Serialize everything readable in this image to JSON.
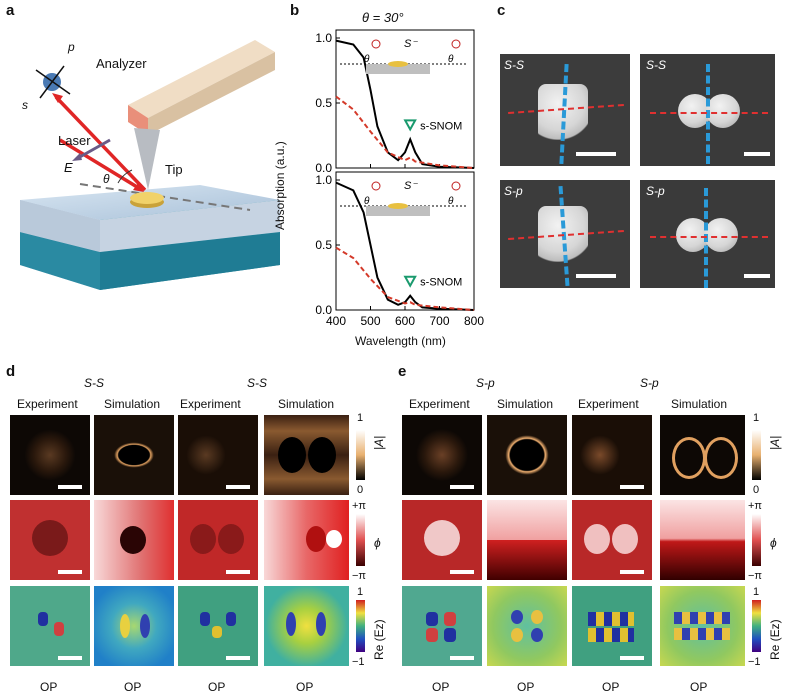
{
  "panels": {
    "a": "a",
    "b": "b",
    "c": "c",
    "d": "d",
    "e": "e"
  },
  "panel_a": {
    "analyzer": "Analyzer",
    "laser": "Laser",
    "tip": "Tip",
    "p": "p",
    "s": "s",
    "E": "E",
    "theta": "θ"
  },
  "panel_b": {
    "title": "θ = 30°",
    "ylabel": "Absorption (a.u.)",
    "xlabel": "Wavelength (nm)",
    "xticks": [
      "400",
      "500",
      "600",
      "700",
      "800"
    ],
    "yticks_top": [
      "1.0",
      "0.5",
      "0.0"
    ],
    "yticks_bottom": [
      "1.0",
      "0.5",
      "0.0"
    ],
    "legend": "s-SNOM",
    "inset_label": "S⁻",
    "theta": "θ"
  },
  "panel_c": {
    "labels": [
      "S-S",
      "S-S",
      "S-p",
      "S-p"
    ]
  },
  "panel_d": {
    "group_labels": [
      "S-S",
      "S-S"
    ],
    "col_labels": [
      "Experiment",
      "Simulation",
      "Experiment",
      "Simulation"
    ],
    "op_labels": [
      "OP",
      "OP",
      "OP",
      "OP"
    ],
    "cbar_top": {
      "max": "1",
      "min": "0",
      "label": "|A|"
    },
    "cbar_mid": {
      "max": "+π",
      "min": "−π",
      "label": "ϕ"
    },
    "cbar_bot": {
      "max": "1",
      "min": "−1",
      "label": "Re (Ez)"
    }
  },
  "panel_e": {
    "group_labels": [
      "S-p",
      "S-p"
    ],
    "col_labels": [
      "Experiment",
      "Simulation",
      "Experiment",
      "Simulation"
    ],
    "op_labels": [
      "OP",
      "OP",
      "OP",
      "OP"
    ],
    "cbar_top": {
      "max": "1",
      "min": "0",
      "label": "|A|"
    },
    "cbar_mid": {
      "max": "+π",
      "min": "−π",
      "label": "ϕ"
    },
    "cbar_bot": {
      "max": "1",
      "min": "−1",
      "label": "Re (Ez)"
    }
  },
  "colors": {
    "black_curve": "#000000",
    "red_curve": "#d43a2a",
    "marker": "#1a9a6e",
    "blue_dash": "#2a9ad8",
    "red_dash": "#e03030"
  },
  "chart_data": [
    {
      "type": "line",
      "title": "θ = 30°",
      "xlabel": "Wavelength (nm)",
      "ylabel": "Absorption (a.u.)",
      "xlim": [
        400,
        800
      ],
      "ylim": [
        0,
        1
      ],
      "series": [
        {
          "x": [
            400,
            450,
            480,
            500,
            520,
            550,
            580,
            600,
            615,
            630,
            650,
            700,
            800
          ],
          "values": [
            0.98,
            0.95,
            0.85,
            0.6,
            0.32,
            0.12,
            0.06,
            0.12,
            0.22,
            0.12,
            0.03,
            0.01,
            0.0
          ]
        },
        {
          "x": [
            400,
            450,
            500,
            550,
            600,
            615,
            630,
            700,
            800
          ],
          "values": [
            0.55,
            0.45,
            0.28,
            0.12,
            0.06,
            0.08,
            0.05,
            0.02,
            0.0
          ]
        }
      ]
    },
    {
      "type": "line",
      "xlabel": "Wavelength (nm)",
      "ylabel": "Absorption (a.u.)",
      "xlim": [
        400,
        800
      ],
      "ylim": [
        0,
        1
      ],
      "series": [
        {
          "x": [
            400,
            450,
            480,
            500,
            520,
            550,
            580,
            600,
            615,
            630,
            650,
            700,
            800
          ],
          "values": [
            0.98,
            0.92,
            0.75,
            0.5,
            0.25,
            0.08,
            0.04,
            0.06,
            0.11,
            0.06,
            0.02,
            0.01,
            0.0
          ]
        },
        {
          "x": [
            400,
            450,
            500,
            550,
            600,
            615,
            630,
            700,
            800
          ],
          "values": [
            0.48,
            0.4,
            0.24,
            0.1,
            0.05,
            0.06,
            0.04,
            0.02,
            0.0
          ]
        }
      ]
    }
  ]
}
